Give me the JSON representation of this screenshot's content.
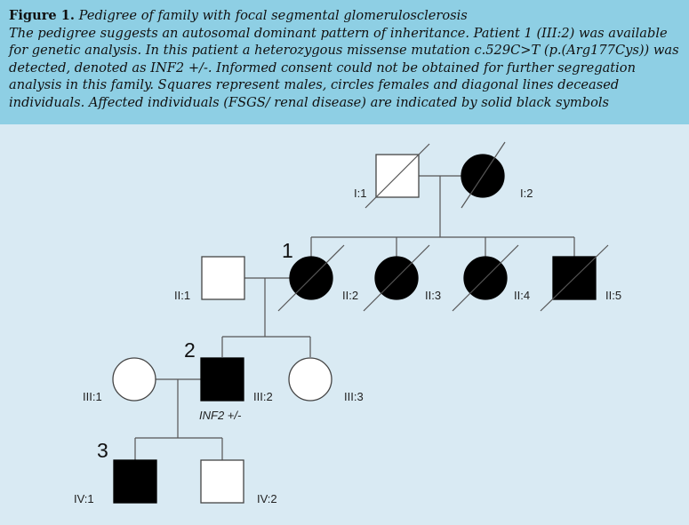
{
  "caption": {
    "label": "Figure 1.",
    "title": "Pedigree of family with focal segmental glomerulosclerosis",
    "text": "The pedigree suggests an autosomal dominant pattern of inheritance. Patient 1 (III:2) was available for genetic analysis. In this patient a heterozygous missense mutation c.529C>T (p.(Arg177Cys)) was detected, denoted as INF2 +/-. Informed consent could not be obtained for further segregation analysis in this family. Squares represent males, circles females and diagonal lines deceased individuals. Affected individuals (FSGS/ renal disease) are indicated by solid black symbols"
  },
  "pedigree": {
    "individuals": [
      {
        "id": "I:1",
        "sex": "male",
        "affected": false,
        "deceased": true
      },
      {
        "id": "I:2",
        "sex": "female",
        "affected": true,
        "deceased": true
      },
      {
        "id": "II:1",
        "sex": "male",
        "affected": false,
        "deceased": false
      },
      {
        "id": "II:2",
        "sex": "female",
        "affected": true,
        "deceased": true,
        "marker": "1"
      },
      {
        "id": "II:3",
        "sex": "female",
        "affected": true,
        "deceased": true
      },
      {
        "id": "II:4",
        "sex": "female",
        "affected": true,
        "deceased": true
      },
      {
        "id": "II:5",
        "sex": "male",
        "affected": true,
        "deceased": true
      },
      {
        "id": "III:1",
        "sex": "female",
        "affected": false,
        "deceased": false
      },
      {
        "id": "III:2",
        "sex": "male",
        "affected": true,
        "deceased": false,
        "marker": "2",
        "genotype": "INF2 +/-"
      },
      {
        "id": "III:3",
        "sex": "female",
        "affected": false,
        "deceased": false
      },
      {
        "id": "IV:1",
        "sex": "male",
        "affected": true,
        "deceased": false,
        "marker": "3"
      },
      {
        "id": "IV:2",
        "sex": "male",
        "affected": false,
        "deceased": false
      }
    ]
  }
}
